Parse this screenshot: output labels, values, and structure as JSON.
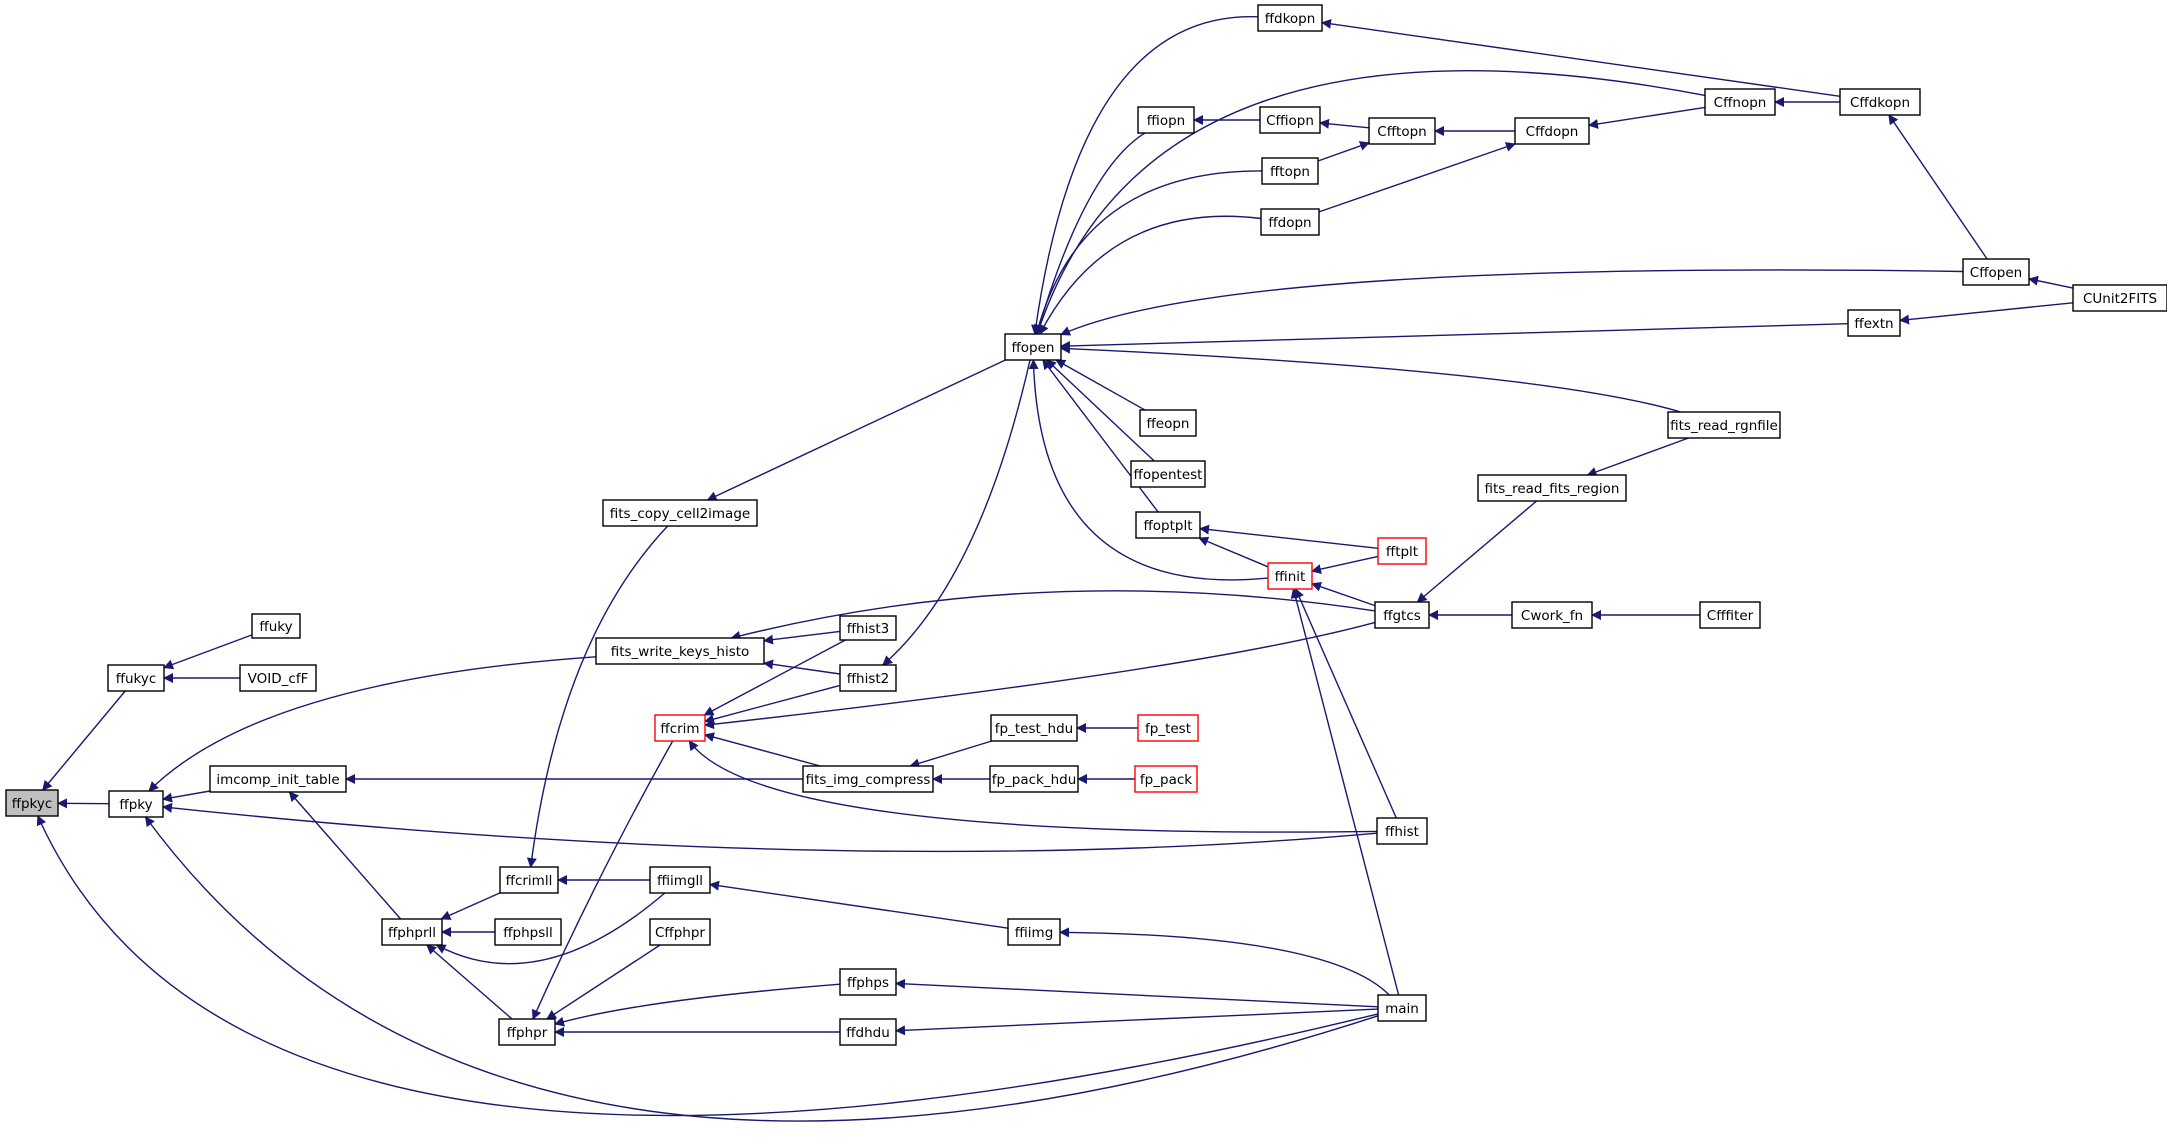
{
  "diagram": {
    "colors": {
      "edge": "#191970",
      "box_border": "#000000",
      "truncated_border": "#ff0000",
      "current_fill": "#bfbfbf",
      "background": "#ffffff"
    },
    "nodes": [
      {
        "id": "ffpkyc",
        "label": "ffpkyc",
        "current": true
      },
      {
        "id": "ffukyc",
        "label": "ffukyc"
      },
      {
        "id": "ffuky",
        "label": "ffuky"
      },
      {
        "id": "VOID_cfF",
        "label": "VOID_cfF"
      },
      {
        "id": "ffpky",
        "label": "ffpky"
      },
      {
        "id": "imcomp_init_table",
        "label": "imcomp_init_table"
      },
      {
        "id": "fits_write_keys_histo",
        "label": "fits_write_keys_histo"
      },
      {
        "id": "fits_copy_cell2image",
        "label": "fits_copy_cell2image"
      },
      {
        "id": "ffphprll",
        "label": "ffphprll"
      },
      {
        "id": "ffcrimll",
        "label": "ffcrimll"
      },
      {
        "id": "ffphpsll",
        "label": "ffphpsll"
      },
      {
        "id": "ffphpr",
        "label": "ffphpr"
      },
      {
        "id": "ffcrim",
        "label": "ffcrim",
        "truncated": true
      },
      {
        "id": "ffiimgll",
        "label": "ffiimgll"
      },
      {
        "id": "Cffphpr",
        "label": "Cffphpr"
      },
      {
        "id": "ffhist3",
        "label": "ffhist3"
      },
      {
        "id": "ffhist2",
        "label": "ffhist2"
      },
      {
        "id": "fits_img_compress",
        "label": "fits_img_compress"
      },
      {
        "id": "ffphps",
        "label": "ffphps"
      },
      {
        "id": "ffdhdu",
        "label": "ffdhdu"
      },
      {
        "id": "fp_test_hdu",
        "label": "fp_test_hdu"
      },
      {
        "id": "fp_pack_hdu",
        "label": "fp_pack_hdu"
      },
      {
        "id": "ffiimg",
        "label": "ffiimg"
      },
      {
        "id": "fp_test",
        "label": "fp_test",
        "truncated": true
      },
      {
        "id": "fp_pack",
        "label": "fp_pack",
        "truncated": true
      },
      {
        "id": "ffopen",
        "label": "ffopen"
      },
      {
        "id": "ffdkopn",
        "label": "ffdkopn"
      },
      {
        "id": "ffiopn",
        "label": "ffiopn"
      },
      {
        "id": "fftopn",
        "label": "fftopn"
      },
      {
        "id": "ffdopn",
        "label": "ffdopn"
      },
      {
        "id": "ffeopn",
        "label": "ffeopn"
      },
      {
        "id": "ffopentest",
        "label": "ffopentest"
      },
      {
        "id": "ffoptplt",
        "label": "ffoptplt"
      },
      {
        "id": "ffinit",
        "label": "ffinit",
        "truncated": true
      },
      {
        "id": "Cffiopn",
        "label": "Cffiopn"
      },
      {
        "id": "Cfftopn",
        "label": "Cfftopn"
      },
      {
        "id": "Cffdopn",
        "label": "Cffdopn"
      },
      {
        "id": "fftplt",
        "label": "fftplt",
        "truncated": true
      },
      {
        "id": "ffgtcs",
        "label": "ffgtcs"
      },
      {
        "id": "ffhist",
        "label": "ffhist"
      },
      {
        "id": "main",
        "label": "main"
      },
      {
        "id": "fits_read_fits_region",
        "label": "fits_read_fits_region"
      },
      {
        "id": "Cwork_fn",
        "label": "Cwork_fn"
      },
      {
        "id": "Cffnopn",
        "label": "Cffnopn"
      },
      {
        "id": "fits_read_rgnfile",
        "label": "fits_read_rgnfile"
      },
      {
        "id": "ffextn",
        "label": "ffextn"
      },
      {
        "id": "Cfffiter",
        "label": "Cfffiter"
      },
      {
        "id": "Cffdkopn",
        "label": "Cffdkopn"
      },
      {
        "id": "Cffopen",
        "label": "Cffopen"
      },
      {
        "id": "CUnit2FITS",
        "label": "CUnit2FITS"
      }
    ]
  }
}
